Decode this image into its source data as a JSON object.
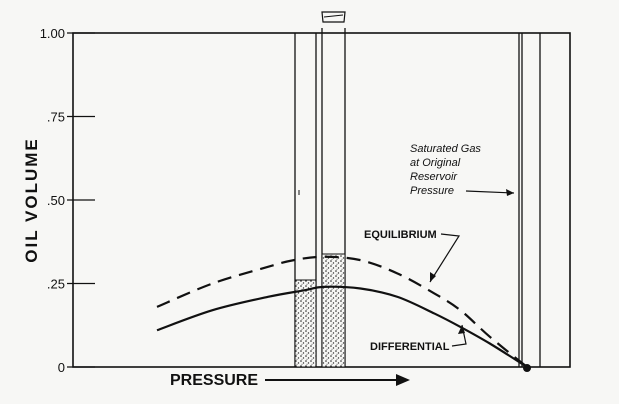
{
  "chart_data": {
    "type": "line",
    "xlabel": "PRESSURE",
    "ylabel": "OIL VOLUME",
    "ylim": [
      0,
      1.0
    ],
    "y_ticks": [
      "1.00",
      ".75",
      ".50",
      ".25",
      "0"
    ],
    "y_tick_values": [
      1.0,
      0.75,
      0.5,
      0.25,
      0
    ],
    "grid": false,
    "x_ticks": false,
    "series": [
      {
        "name": "EQUILIBRIUM",
        "style": "dashed",
        "x": [
          0.0,
          0.15,
          0.3,
          0.37,
          0.45,
          0.55,
          0.65,
          0.75,
          0.82,
          0.9,
          1.0
        ],
        "values": [
          0.18,
          0.25,
          0.3,
          0.32,
          0.33,
          0.32,
          0.28,
          0.22,
          0.17,
          0.09,
          0.0
        ]
      },
      {
        "name": "DIFFERENTIAL",
        "style": "solid",
        "x": [
          0.0,
          0.15,
          0.3,
          0.4,
          0.45,
          0.55,
          0.65,
          0.75,
          0.82,
          0.9,
          1.0
        ],
        "values": [
          0.11,
          0.17,
          0.21,
          0.23,
          0.24,
          0.235,
          0.21,
          0.16,
          0.12,
          0.07,
          0.0
        ]
      }
    ],
    "annotations": {
      "saturated_gas": [
        "Saturated Gas",
        "at Original",
        "Reservoir",
        "Pressure"
      ]
    },
    "colors": {
      "ink": "#111111",
      "paper": "#f7f7f5"
    }
  }
}
